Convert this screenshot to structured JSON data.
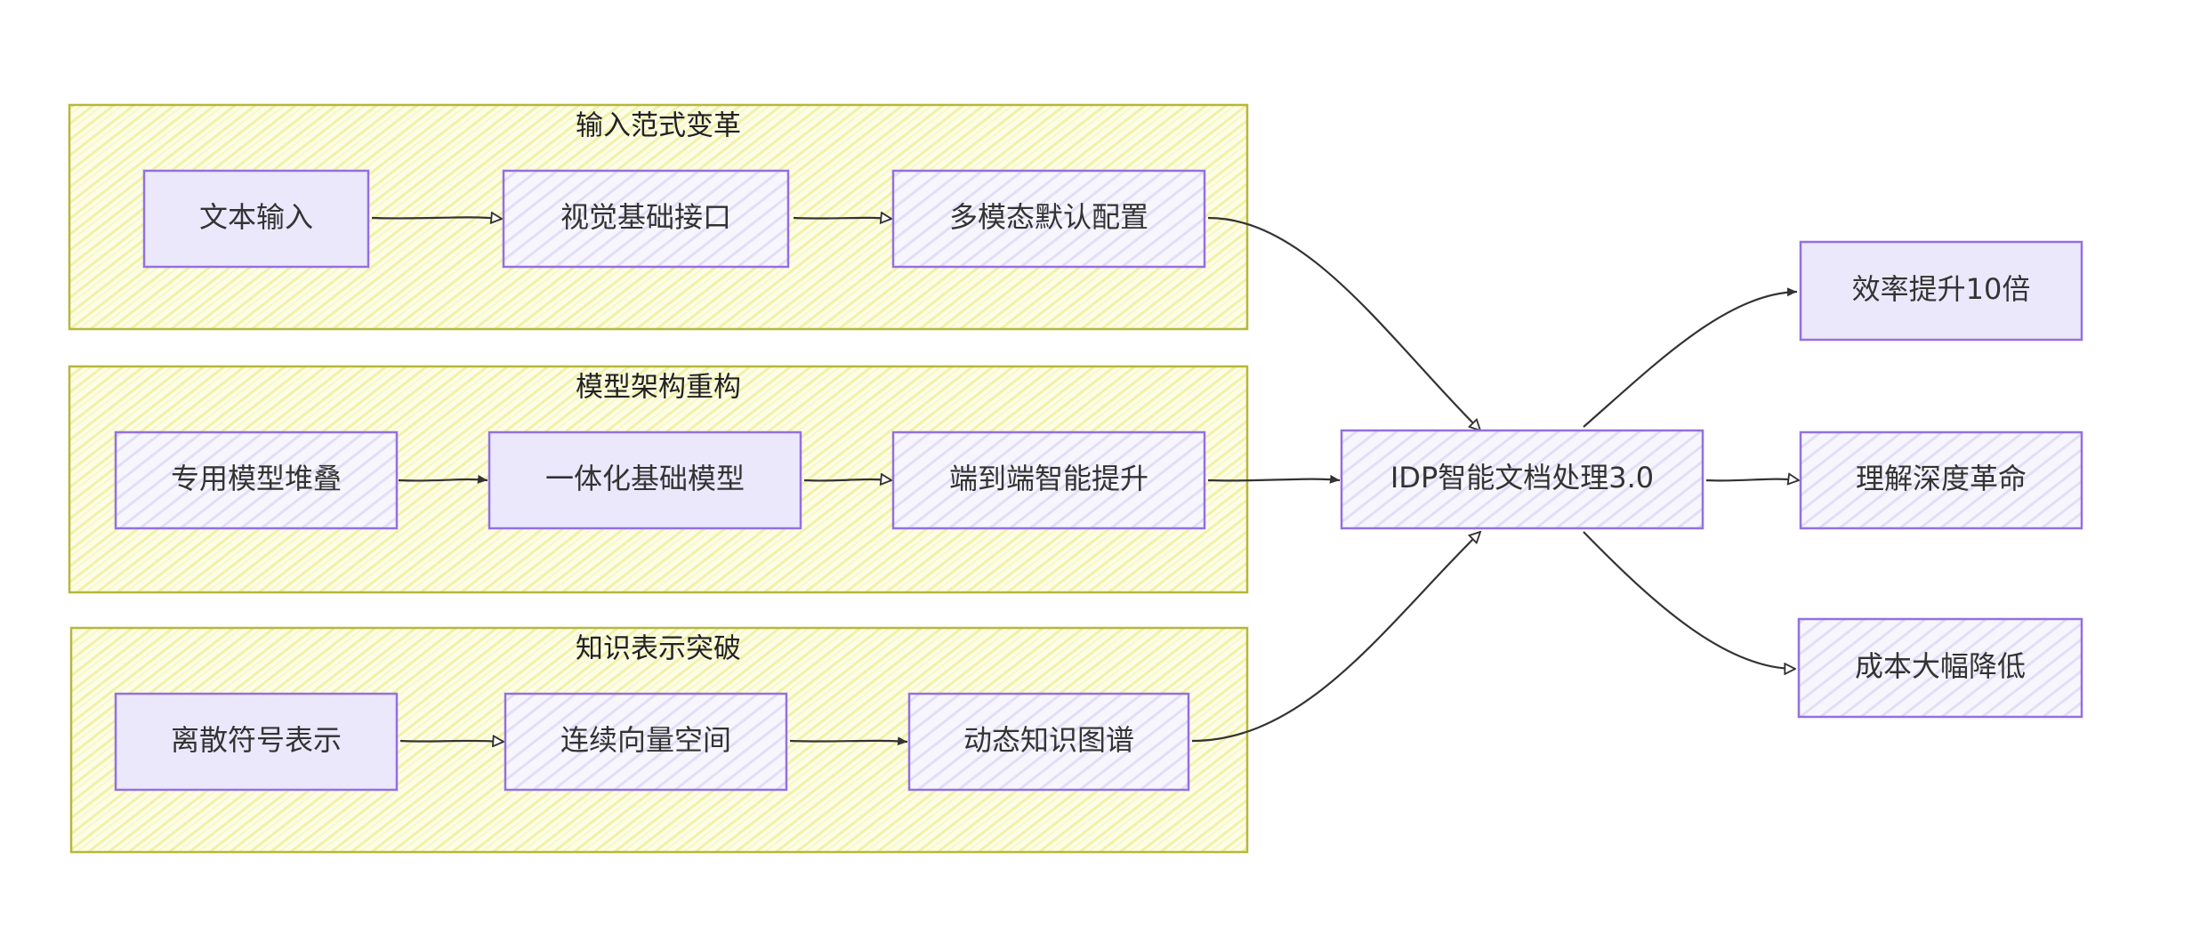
{
  "groups": [
    {
      "id": "g1",
      "title": "输入范式变革"
    },
    {
      "id": "g2",
      "title": "模型架构重构"
    },
    {
      "id": "g3",
      "title": "知识表示突破"
    }
  ],
  "nodes": {
    "text_input": "文本输入",
    "visual_interface": "视觉基础接口",
    "multimodal_default": "多模态默认配置",
    "specialized_stack": "专用模型堆叠",
    "unified_model": "一体化基础模型",
    "e2e_boost": "端到端智能提升",
    "discrete_symbols": "离散符号表示",
    "vector_space": "连续向量空间",
    "dynamic_kg": "动态知识图谱",
    "idp": "IDP智能文档处理3.0",
    "efficiency": "效率提升10倍",
    "understanding": "理解深度革命",
    "cost": "成本大幅降低"
  },
  "edges": [
    [
      "text_input",
      "visual_interface"
    ],
    [
      "visual_interface",
      "multimodal_default"
    ],
    [
      "specialized_stack",
      "unified_model"
    ],
    [
      "unified_model",
      "e2e_boost"
    ],
    [
      "discrete_symbols",
      "vector_space"
    ],
    [
      "vector_space",
      "dynamic_kg"
    ],
    [
      "multimodal_default",
      "idp"
    ],
    [
      "e2e_boost",
      "idp"
    ],
    [
      "dynamic_kg",
      "idp"
    ],
    [
      "idp",
      "efficiency"
    ],
    [
      "idp",
      "understanding"
    ],
    [
      "idp",
      "cost"
    ]
  ],
  "colors": {
    "group_fill": "#fbfbd6",
    "group_stroke": "#b5b83a",
    "node_fill": "#ebe8fc",
    "node_stroke": "#9470e0",
    "edge": "#333333"
  }
}
